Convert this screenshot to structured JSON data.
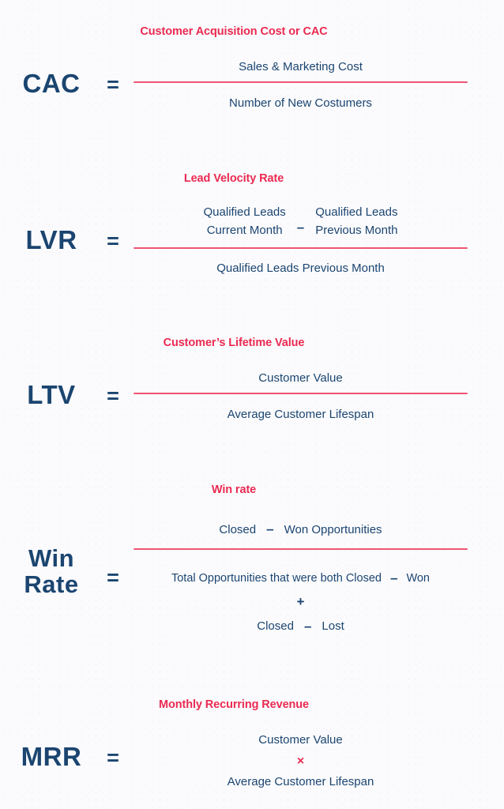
{
  "theme": {
    "background": "#fbfbfd",
    "navy": "#1b4570",
    "crimson": "#ea2a51",
    "rule": "#ef5573"
  },
  "formulas": [
    {
      "id": "cac",
      "title": "Customer Acquisition Cost or CAC",
      "abbr": "CAC",
      "equals": "=",
      "numerator": "Sales & Marketing Cost",
      "denominator": "Number of New Costumers"
    },
    {
      "id": "lvr",
      "title": "Lead Velocity Rate",
      "abbr": "LVR",
      "equals": "=",
      "numerator_left_line1": "Qualified Leads",
      "numerator_left_line2": "Current Month",
      "numerator_operator": "–",
      "numerator_right_line1": "Qualified Leads",
      "numerator_right_line2": "Previous Month",
      "denominator": "Qualified Leads Previous Month"
    },
    {
      "id": "ltv",
      "title": "Customer’s Lifetime Value",
      "abbr": "LTV",
      "equals": "=",
      "numerator": "Customer Value",
      "denominator": "Average Customer Lifespan"
    },
    {
      "id": "win-rate",
      "title": "Win rate",
      "abbr_line1": "Win",
      "abbr_line2": "Rate",
      "equals": "=",
      "numerator_left": "Closed",
      "numerator_operator": "–",
      "numerator_right": "Won Opportunities",
      "denominator_line1_left": "Total  Opportunities that were both Closed",
      "denominator_line1_operator": "–",
      "denominator_line1_right": "Won",
      "denominator_operator": "+",
      "denominator_line3_left": "Closed",
      "denominator_line3_operator": "–",
      "denominator_line3_right": "Lost"
    },
    {
      "id": "mrr",
      "title": "Monthly Recurring Revenue",
      "abbr": "MRR",
      "equals": "=",
      "line1": "Customer Value",
      "operator": "×",
      "line2": "Average Customer Lifespan"
    }
  ]
}
